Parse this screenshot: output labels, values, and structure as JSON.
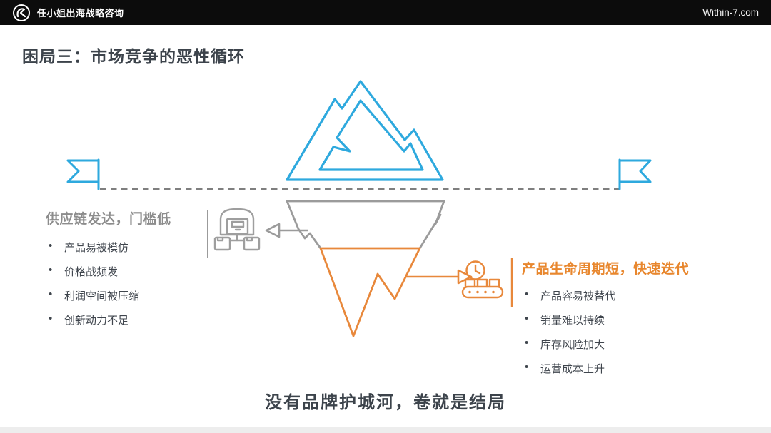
{
  "header": {
    "brand": "任小姐出海战略咨询",
    "site": "Within-7.com"
  },
  "slide": {
    "title": "困局三：市场竞争的恶性循环",
    "left_panel": {
      "heading": "供应链发达，门槛低",
      "bullets": [
        "产品易被模仿",
        "价格战频发",
        "利润空间被压缩",
        "创新动力不足"
      ]
    },
    "right_panel": {
      "heading": "产品生命周期短，快速迭代",
      "bullets": [
        "产品容易被替代",
        "销量难以持续",
        "库存风险加大",
        "运营成本上升"
      ]
    },
    "conclusion": "没有品牌护城河，卷就是结局"
  },
  "icons": {
    "logo": "brand-logo-icon",
    "left_panel": "warehouse-distribution-icon",
    "right_panel": "clock-conveyor-icon",
    "waterline_markers": "flag-icon"
  },
  "colors": {
    "iceberg_blue": "#2EA9DE",
    "iceberg_gray": "#9B9B9B",
    "accent_orange": "#E8872E",
    "text_dark": "#3F454D",
    "text_gray": "#8C8C8C",
    "topbar_bg": "#0C0C0C"
  }
}
